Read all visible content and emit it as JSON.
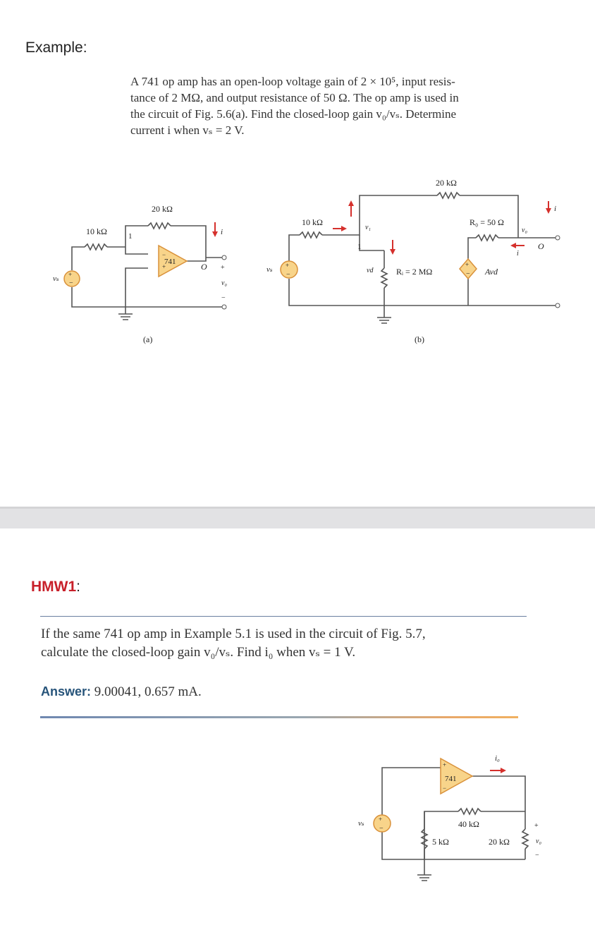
{
  "example": {
    "heading": "Example:",
    "problem": [
      "A 741 op amp has an open-loop voltage gain of 2 × 10⁵, input resis-",
      "tance of 2 MΩ, and output resistance of 50 Ω. The op amp is used in",
      "the circuit of Fig. 5.6(a). Find the closed-loop gain v₀/vₛ. Determine",
      "current i when vₛ = 2 V."
    ]
  },
  "fig_a": {
    "r_in": "10 kΩ",
    "r_f": "20 kΩ",
    "opamp": "741",
    "node1": "1",
    "node_o": "O",
    "source": "vₛ",
    "output": "v₀",
    "current": "i",
    "plus": "+",
    "minus": "−",
    "caption": "(a)"
  },
  "fig_b": {
    "r_in": "10 kΩ",
    "r_f": "20 kΩ",
    "r_i": "Rᵢ = 2 MΩ",
    "r_o": "R₀ = 50 Ω",
    "dep_source": "Avd",
    "node1": "1",
    "node_o": "O",
    "v1": "v₁",
    "vd": "vd",
    "vo": "v₀",
    "source": "vₛ",
    "current": "i",
    "caption": "(b)"
  },
  "hmw": {
    "heading_red": "HMW1",
    "heading_colon": ":",
    "problem": [
      "If the same 741 op amp in Example 5.1 is used in the circuit of Fig. 5.7,",
      "calculate the closed-loop gain v₀/vₛ. Find i₀ when vₛ = 1 V."
    ],
    "answer_label": "Answer:",
    "answer_value": "9.00041, 0.657 mA."
  },
  "fig_57": {
    "opamp": "741",
    "r1": "40 kΩ",
    "r2": "5 kΩ",
    "r3": "20 kΩ",
    "io": "i₀",
    "source": "vₛ",
    "output": "v₀",
    "plus": "+",
    "minus": "−"
  },
  "colors": {
    "opamp_fill": "#f8d48a",
    "opamp_stroke": "#d9913a",
    "arrow_red": "#d5302c",
    "heading_red": "#c8202a",
    "answer_blue": "#27547a",
    "wire": "#555555"
  }
}
